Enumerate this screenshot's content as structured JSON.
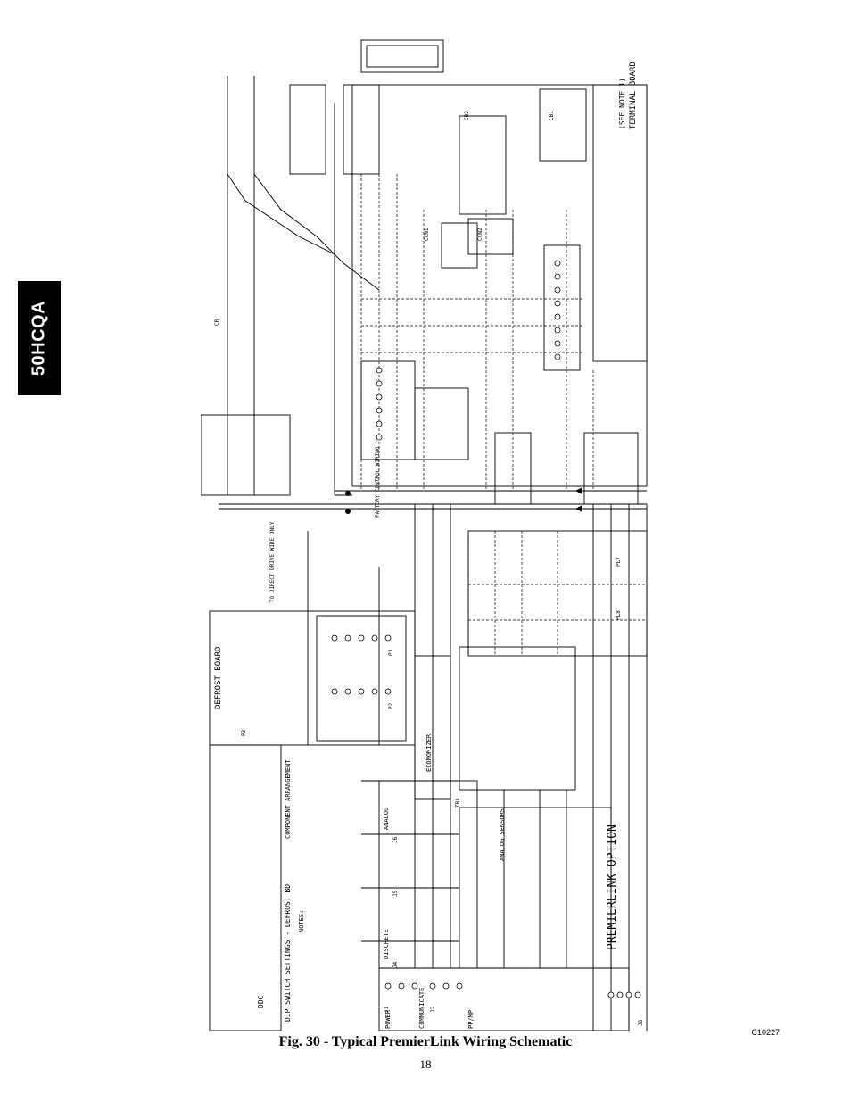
{
  "side_tab": {
    "text": "50HCQA"
  },
  "schematic": {
    "block_labels": {
      "defrost_board": "DEFROST BOARD",
      "terminal_board": "TERMINAL BOARD",
      "see_note": "(SEE NOTE 1)",
      "premierlink_option": "PREMIERLINK OPTION",
      "dip_switch_settings": "DIP SWITCH SETTINGS - DEFROST BD",
      "notes": "NOTES:",
      "component_arrangement": "COMPONENT ARRANGEMENT",
      "ddc": "DDC",
      "economizer": "ECONOMIZER",
      "analog": "ANALOG",
      "discrete": "DISCRETE",
      "power": "POWER",
      "communicate": "COMMUNICATE",
      "pp_mp": "PP/MP",
      "analog_sensors": "ANALOG SENSORS",
      "to_direct_drive": "TO DIRECT DRIVE WIRE ONLY",
      "factory_wiring": "FACTORY CONTROL WIRING"
    },
    "connector_labels": [
      "J1",
      "J2",
      "J4",
      "J5",
      "J6",
      "J8",
      "P1",
      "P2",
      "P3",
      "TB1",
      "CCN1",
      "CCN2",
      "CB1",
      "CB2",
      "PL7",
      "PL8",
      "CR"
    ]
  },
  "figure": {
    "caption": "Fig. 30 - Typical PremierLink Wiring Schematic",
    "drawing_code": "C10227"
  },
  "page": {
    "number": "18"
  }
}
